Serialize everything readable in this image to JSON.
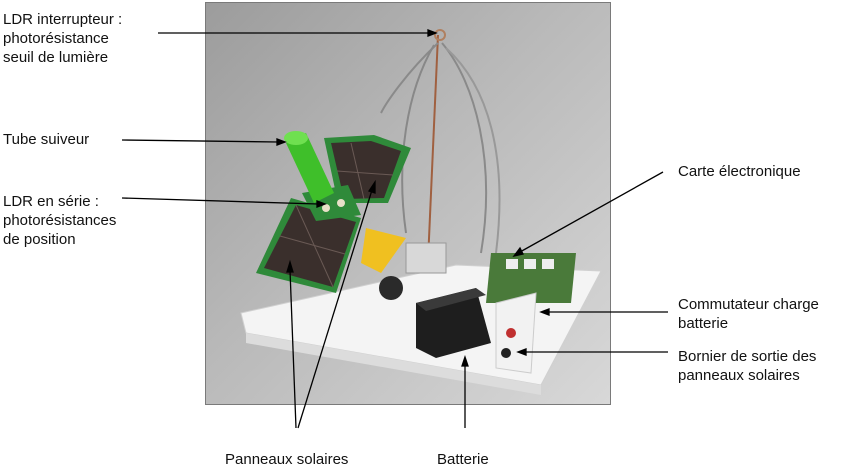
{
  "labels": {
    "ldr_interrupteur": [
      "LDR interrupteur :",
      "photorésistance",
      "seuil de lumière"
    ],
    "tube_suiveur": [
      "Tube suiveur"
    ],
    "ldr_serie": [
      "LDR en série :",
      "photorésistances",
      "de position"
    ],
    "carte": [
      "Carte électronique"
    ],
    "commutateur": [
      "Commutateur charge",
      "batterie"
    ],
    "bornier": [
      "Bornier de sortie des",
      "panneaux solaires"
    ],
    "panneaux": [
      "Panneaux solaires"
    ],
    "batterie": [
      "Batterie"
    ]
  },
  "colors": {
    "panel_green": "#2f8a3a",
    "tube_green": "#3fbf2a",
    "cell_dark": "#3a2f2c",
    "bracket_yellow": "#f0c020",
    "battery_black": "#1e1e1e"
  }
}
